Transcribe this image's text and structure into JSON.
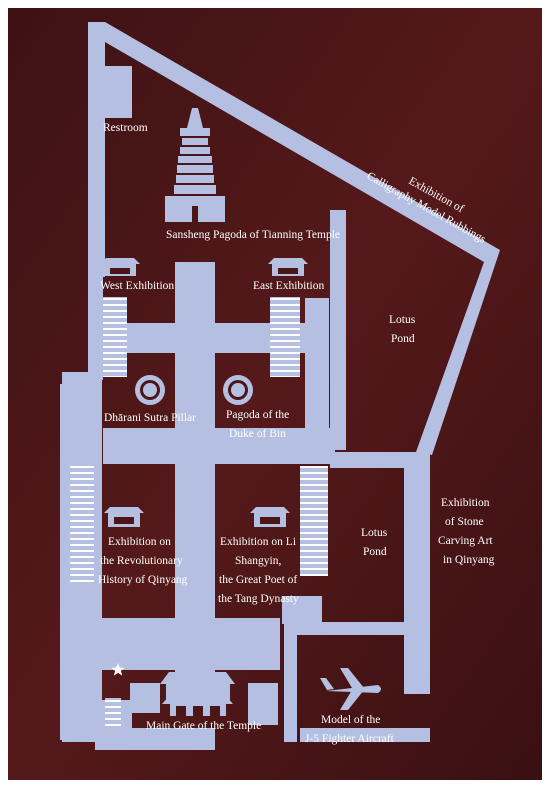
{
  "map": {
    "colors": {
      "background": "#4a1617",
      "path": "#b4bfe2",
      "label": "#ffffff"
    },
    "labels": {
      "restroom": "Restroom",
      "calligraphy_1": "Exhibition of",
      "calligraphy_2": "Calligraphy Model Rubbings",
      "pagoda": "Sansheng Pagoda of Tianning Temple",
      "west_exhibition": "West Exhibition",
      "east_exhibition": "East Exhibition",
      "lotus_pond_north_1": "Lotus",
      "lotus_pond_north_2": "Pond",
      "dharani_pillar": "Dhārani Sutra Pillar",
      "duke_pagoda_1": "Pagoda of the",
      "duke_pagoda_2": "Duke of Bin",
      "revolutionary_1": "Exhibition on",
      "revolutionary_2": "the Revolutionary",
      "revolutionary_3": "History of Qinyang",
      "lishangyin_1": "Exhibition on Li",
      "lishangyin_2": "Shangyin,",
      "lishangyin_3": "the Great Poet of",
      "lishangyin_4": "the Tang Dynasty",
      "lotus_pond_south_1": "Lotus",
      "lotus_pond_south_2": "Pond",
      "stone_carving_1": "Exhibition",
      "stone_carving_2": "of Stone",
      "stone_carving_3": "Carving Art",
      "stone_carving_4": "in Qinyang",
      "main_gate": "Main Gate of the Temple",
      "aircraft_1": "Model of the",
      "aircraft_2": "J-5 Fighter Aircraft"
    },
    "icons": [
      "pagoda-icon",
      "west-hall-icon",
      "east-hall-icon",
      "sutra-pillar-icon",
      "duke-pagoda-icon",
      "revolutionary-hall-icon",
      "lishangyin-hall-icon",
      "main-gate-icon",
      "aircraft-icon",
      "you-are-here-star-icon"
    ]
  }
}
